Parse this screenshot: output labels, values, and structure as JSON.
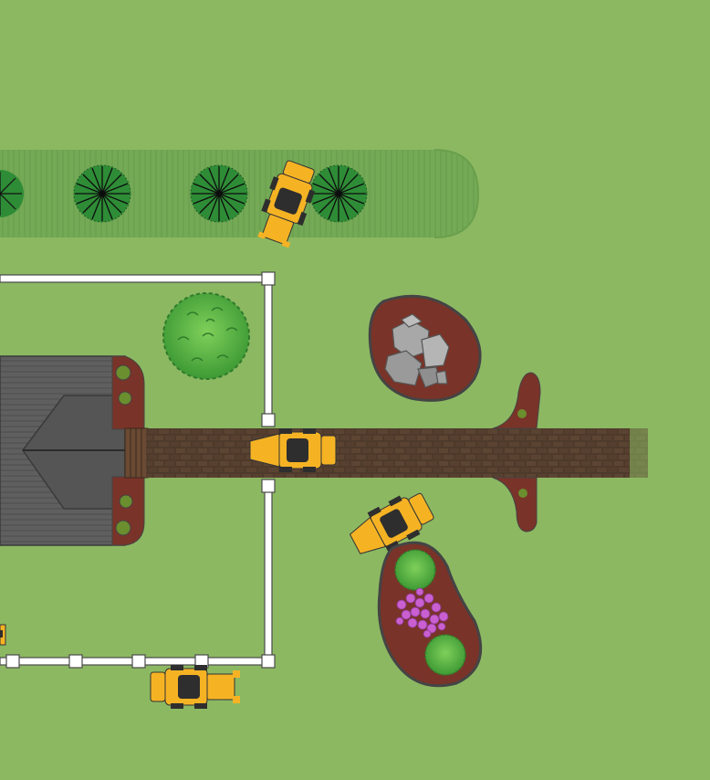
{
  "scene": {
    "colors": {
      "lawn": "#8cb862",
      "hedge_strip": "#6a9f4c",
      "fence": "#ffffff",
      "fence_outline": "#4a4a4a",
      "roof": "#5d5d5d",
      "roof_ridge": "#444444",
      "mulch": "#7a3328",
      "mulch_edge": "#444444",
      "walkway": "#4e3a2b",
      "machine_body": "#f5b324",
      "machine_dark": "#2e2e2e",
      "shrub_light": "#6fc24a",
      "shrub_dark": "#2f7b2a",
      "flowers": "#c95fd0",
      "rocks": "#a8a8a8",
      "tree_canopy": "#2f8a36"
    },
    "elements": [
      "lawn",
      "hedge-row",
      "tree",
      "fence",
      "house-roof",
      "walkway",
      "rock-bed",
      "shrub-bed",
      "skid-steer-loader"
    ]
  }
}
